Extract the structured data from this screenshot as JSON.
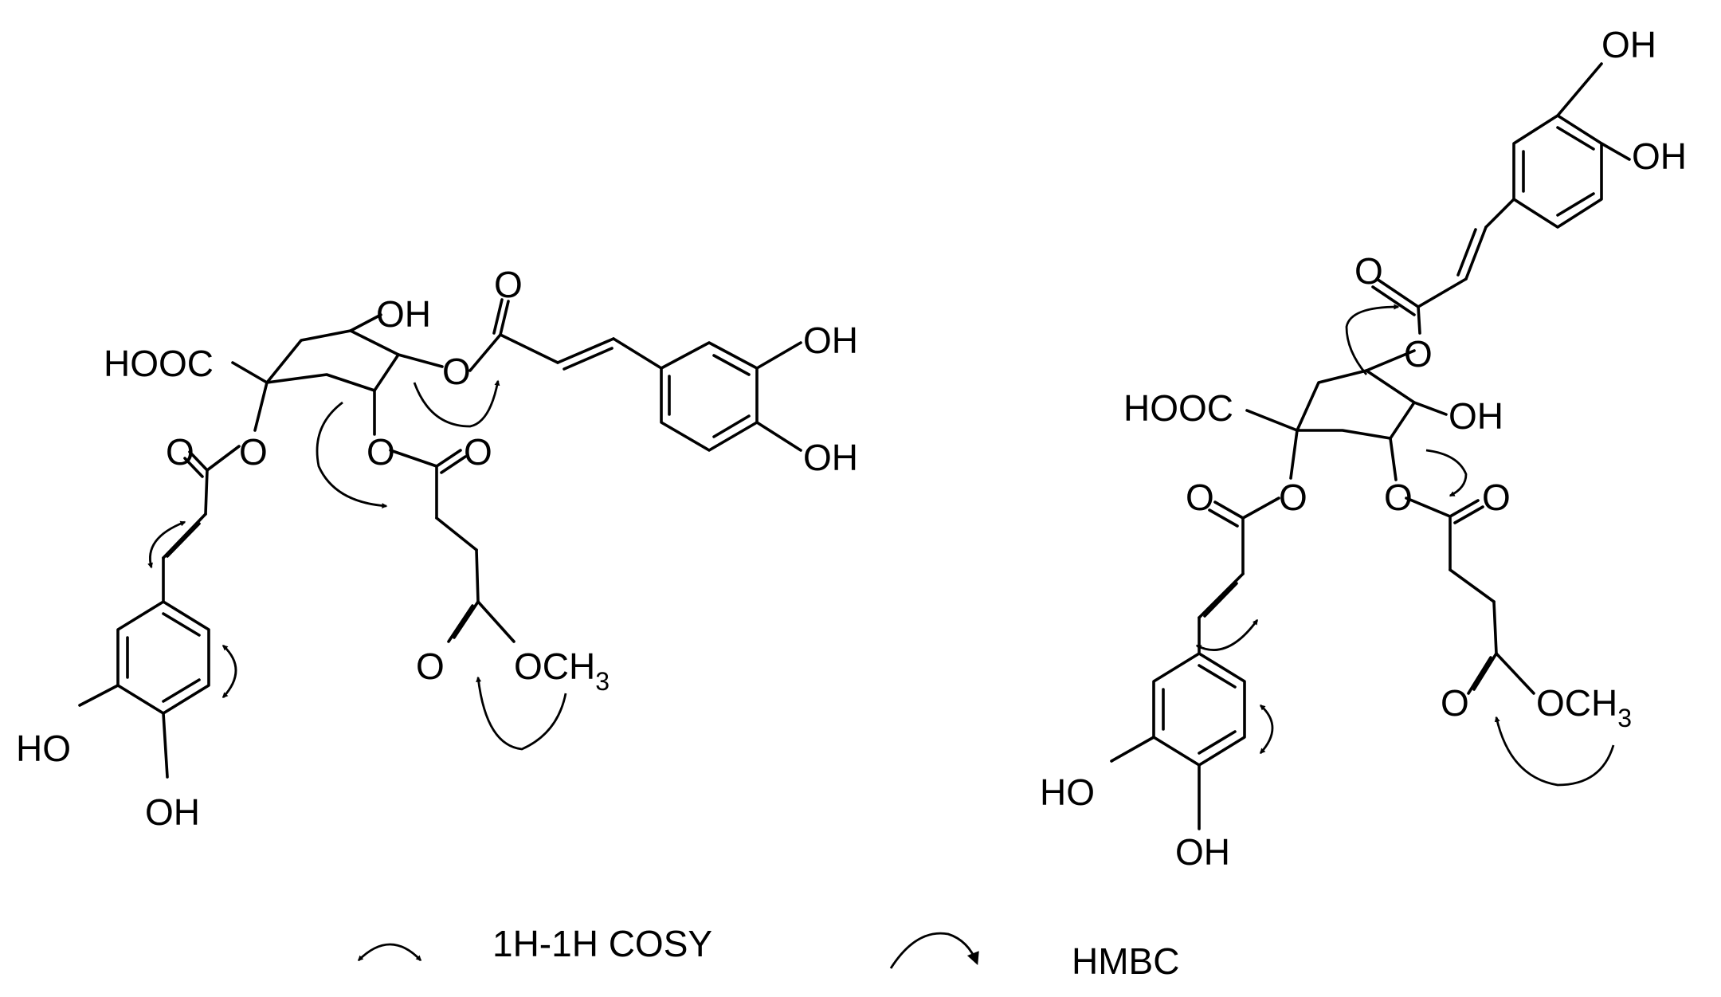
{
  "labels": {
    "cooh": "HOOC",
    "o": "O",
    "oh": "OH",
    "ho": "HO",
    "och3_main": "OCH",
    "och3_sub": "3"
  },
  "legend": {
    "cosy": "1H-1H COSY",
    "hmbc": "HMBC"
  }
}
